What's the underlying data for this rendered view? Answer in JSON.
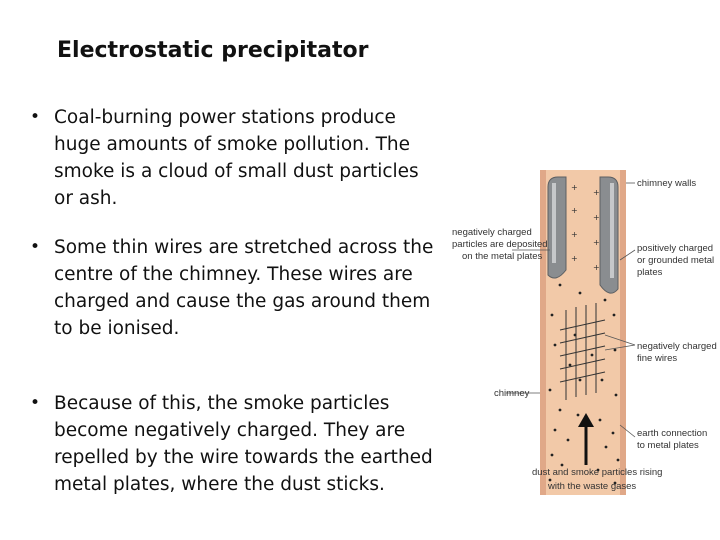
{
  "title": "Electrostatic precipitator",
  "bullets": [
    {
      "symbol": "•",
      "text": "Coal-burning power stations produce huge amounts of smoke pollution. The smoke is a cloud of small dust particles or ash."
    },
    {
      "symbol": "•",
      "text": "Some thin wires are stretched across the centre of the chimney. These wires are charged and cause the gas around them to be ionised."
    },
    {
      "symbol": "•",
      "text": "Because of this, the smoke particles become negatively charged. They are repelled by the wire towards the earthed metal plates, where the dust sticks."
    }
  ],
  "diagram": {
    "labels": {
      "chimney_walls": "chimney walls",
      "neg_particles_1": "negatively charged",
      "neg_particles_2": "particles are deposited",
      "neg_particles_3": "on the metal plates",
      "pos_plates_1": "positively charged",
      "pos_plates_2": "or grounded metal",
      "pos_plates_3": "plates",
      "fine_wires_1": "negatively charged",
      "fine_wires_2": "fine wires",
      "chimney": "chimney",
      "earth_1": "earth connection",
      "earth_2": "to metal plates",
      "dust_1": "dust and smoke particles rising",
      "dust_2": "with the waste gases"
    },
    "colors": {
      "chimney_fill": "#f2c9a8",
      "chimney_dark": "#e0a888",
      "plate_fill": "#8a8d90",
      "plate_dark": "#5c5f62"
    }
  }
}
